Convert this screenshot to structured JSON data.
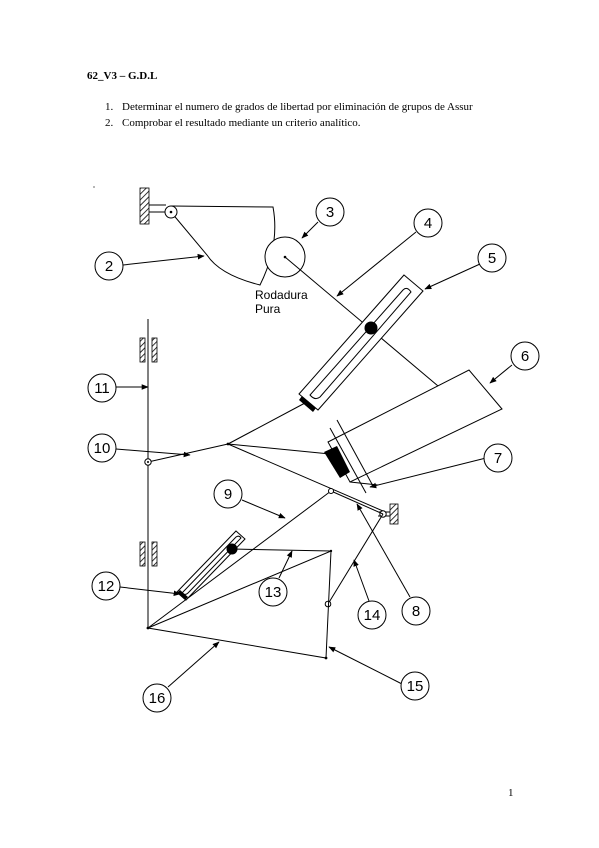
{
  "document": {
    "title": "62_V3 – G.D.L",
    "steps": [
      {
        "number": "1.",
        "text": "Determinar el numero de grados de libertad por eliminación de grupos de Assur"
      },
      {
        "number": "2.",
        "text": "Comprobar el resultado mediante un criterio analítico."
      }
    ],
    "page_number": "1"
  },
  "diagram": {
    "rolling_label_line1": "Rodadura",
    "rolling_label_line2": "Pura",
    "callouts": [
      "2",
      "3",
      "4",
      "5",
      "6",
      "7",
      "8",
      "9",
      "10",
      "11",
      "12",
      "13",
      "14",
      "15",
      "16"
    ]
  }
}
